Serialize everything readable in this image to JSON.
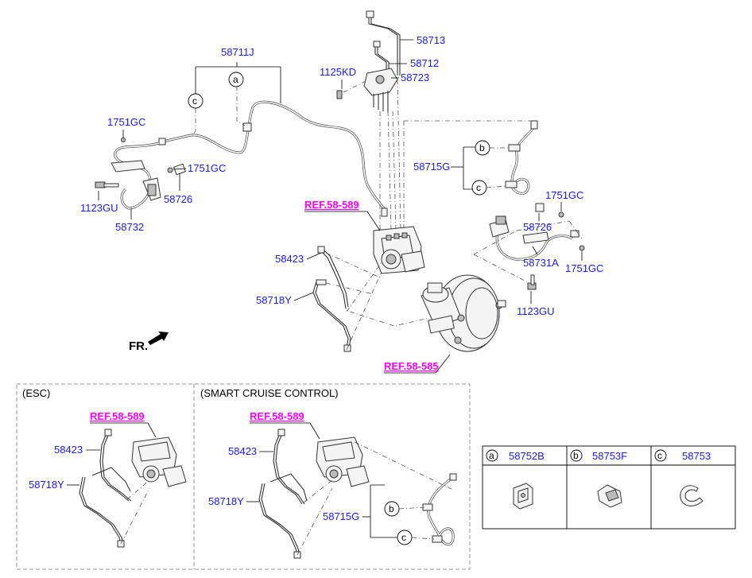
{
  "labels": {
    "p58713": "58713",
    "p58712": "58712",
    "p1125KD": "1125KD",
    "p58723": "58723",
    "p58711J": "58711J",
    "p1751GC_a": "1751GC",
    "p1751GC_b": "1751GC",
    "p58726_a": "58726",
    "p1123GU_a": "1123GU",
    "p58732": "58732",
    "p58715G": "58715G",
    "p1751GC_c": "1751GC",
    "p58726_b": "58726",
    "p58731A": "58731A",
    "p1751GC_d": "1751GC",
    "p1123GU_b": "1123GU",
    "p58423": "58423",
    "p58718Y": "58718Y",
    "ref_589": "REF.58-589",
    "ref_585": "REF.58-585",
    "fr": "FR."
  },
  "callouts": {
    "a": "a",
    "b": "b",
    "c": "c"
  },
  "esc": {
    "title": "(ESC)",
    "ref": "REF.58-589",
    "p58423": "58423",
    "p58718Y": "58718Y"
  },
  "scc": {
    "title": "(SMART CRUISE CONTROL)",
    "ref": "REF.58-589",
    "p58423": "58423",
    "p58718Y": "58718Y",
    "p58715G": "58715G"
  },
  "clip_table": {
    "items": [
      {
        "key": "a",
        "part": "58752B"
      },
      {
        "key": "b",
        "part": "58753F"
      },
      {
        "key": "c",
        "part": "58753"
      }
    ]
  }
}
